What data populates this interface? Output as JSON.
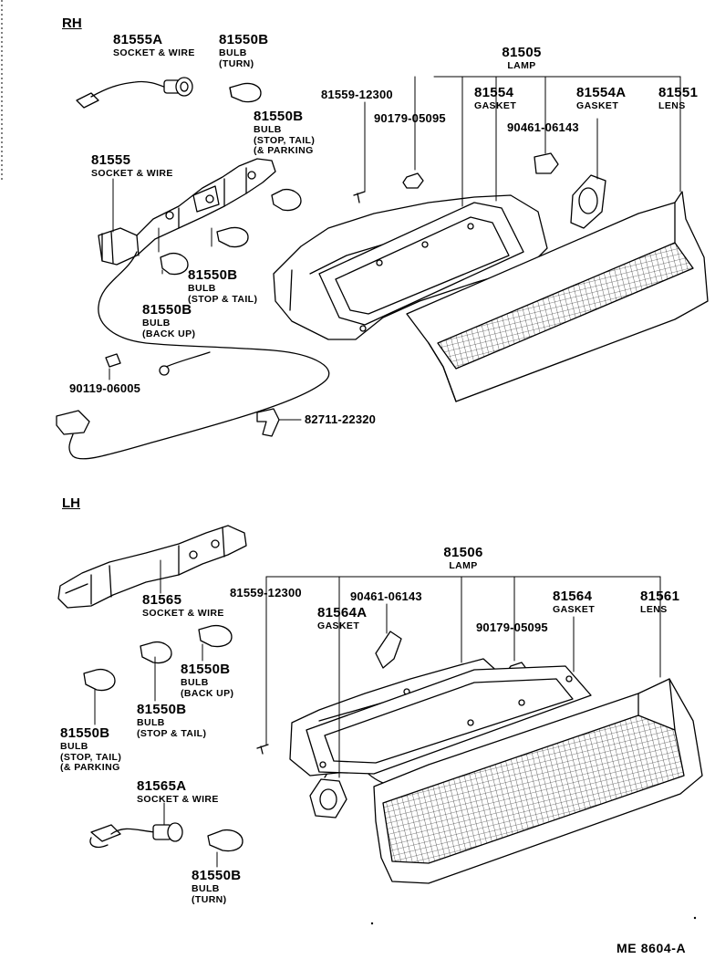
{
  "sections": {
    "rh": "RH",
    "lh": "LH"
  },
  "footer": "ME  8604-A",
  "rh": {
    "lamp": {
      "num": "81505",
      "desc": "LAMP"
    },
    "socket_wire_a": {
      "num": "81555A",
      "desc": "SOCKET & WIRE"
    },
    "bulb_turn": {
      "num": "81550B",
      "desc": "BULB",
      "desc2": "(TURN)"
    },
    "bulb_stop_tail_parking": {
      "num": "81550B",
      "desc": "BULB",
      "desc2": "(STOP, TAIL)",
      "desc3": "(& PARKING"
    },
    "socket_wire": {
      "num": "81555",
      "desc": "SOCKET & WIRE"
    },
    "bulb_stop_tail": {
      "num": "81550B",
      "desc": "BULB",
      "desc2": "(STOP & TAIL)"
    },
    "bulb_back_up": {
      "num": "81550B",
      "desc": "BULB",
      "desc2": "(BACK UP)"
    },
    "screw": {
      "num": "81559-12300"
    },
    "nut": {
      "num": "90179-05095"
    },
    "gasket": {
      "num": "81554",
      "desc": "GASKET"
    },
    "clip": {
      "num": "90461-06143"
    },
    "gasket_a": {
      "num": "81554A",
      "desc": "GASKET"
    },
    "lens": {
      "num": "81551",
      "desc": "LENS"
    },
    "screw2": {
      "num": "90119-06005"
    },
    "clamp": {
      "num": "82711-22320"
    }
  },
  "lh": {
    "lamp": {
      "num": "81506",
      "desc": "LAMP"
    },
    "screw": {
      "num": "81559-12300"
    },
    "clip": {
      "num": "90461-06143"
    },
    "gasket_a": {
      "num": "81564A",
      "desc": "GASKET"
    },
    "nut": {
      "num": "90179-05095"
    },
    "gasket": {
      "num": "81564",
      "desc": "GASKET"
    },
    "lens": {
      "num": "81561",
      "desc": "LENS"
    },
    "socket_wire": {
      "num": "81565",
      "desc": "SOCKET & WIRE"
    },
    "bulb_back_up": {
      "num": "81550B",
      "desc": "BULB",
      "desc2": "(BACK UP)"
    },
    "bulb_stop_tail": {
      "num": "81550B",
      "desc": "BULB",
      "desc2": "(STOP & TAIL)"
    },
    "bulb_stop_tail_parking": {
      "num": "81550B",
      "desc": "BULB",
      "desc2": "(STOP, TAIL)",
      "desc3": "(& PARKING"
    },
    "socket_wire_a": {
      "num": "81565A",
      "desc": "SOCKET & WIRE"
    },
    "bulb_turn": {
      "num": "81550B",
      "desc": "BULB",
      "desc2": "(TURN)"
    }
  }
}
